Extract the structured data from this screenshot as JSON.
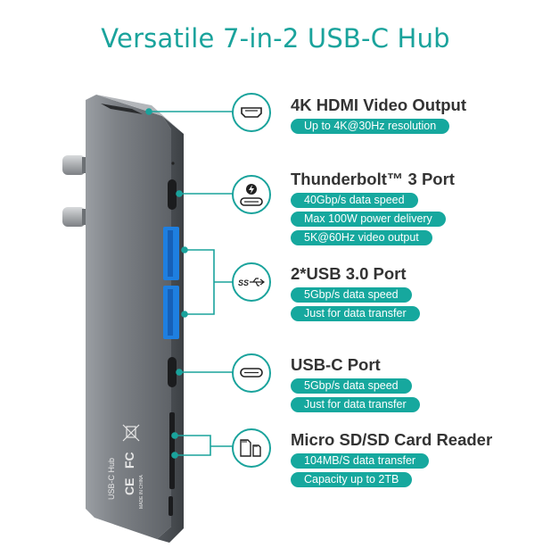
{
  "title": "Versatile 7-in-2 USB-C Hub",
  "features": [
    {
      "icon": "hdmi-icon",
      "title": "4K HDMI Video Output",
      "pills": [
        "Up to 4K@30Hz resolution"
      ]
    },
    {
      "icon": "thunderbolt-icon",
      "title": "Thunderbolt™ 3 Port",
      "pills": [
        "40Gbp/s data speed",
        "Max 100W power delivery",
        "5K@60Hz video output"
      ]
    },
    {
      "icon": "usb-ss-icon",
      "title": "2*USB 3.0 Port",
      "pills": [
        "5Gbp/s data speed",
        "Just for data transfer"
      ]
    },
    {
      "icon": "usb-c-icon",
      "title": "USB-C Port",
      "pills": [
        "5Gbp/s data speed",
        "Just for data transfer"
      ]
    },
    {
      "icon": "sd-card-icon",
      "title": "Micro SD/SD Card Reader",
      "pills": [
        "104MB/S data transfer",
        "Capacity up to 2TB"
      ]
    }
  ],
  "device_text": {
    "name": "USB-C Hub",
    "ce": "CE",
    "fc": "FC",
    "origin": "MADE IN CHINA"
  },
  "colors": {
    "accent": "#1aa39c",
    "pill": "#16a89e",
    "usb_blue": "#1e7fe0",
    "body": "#6f7378"
  }
}
